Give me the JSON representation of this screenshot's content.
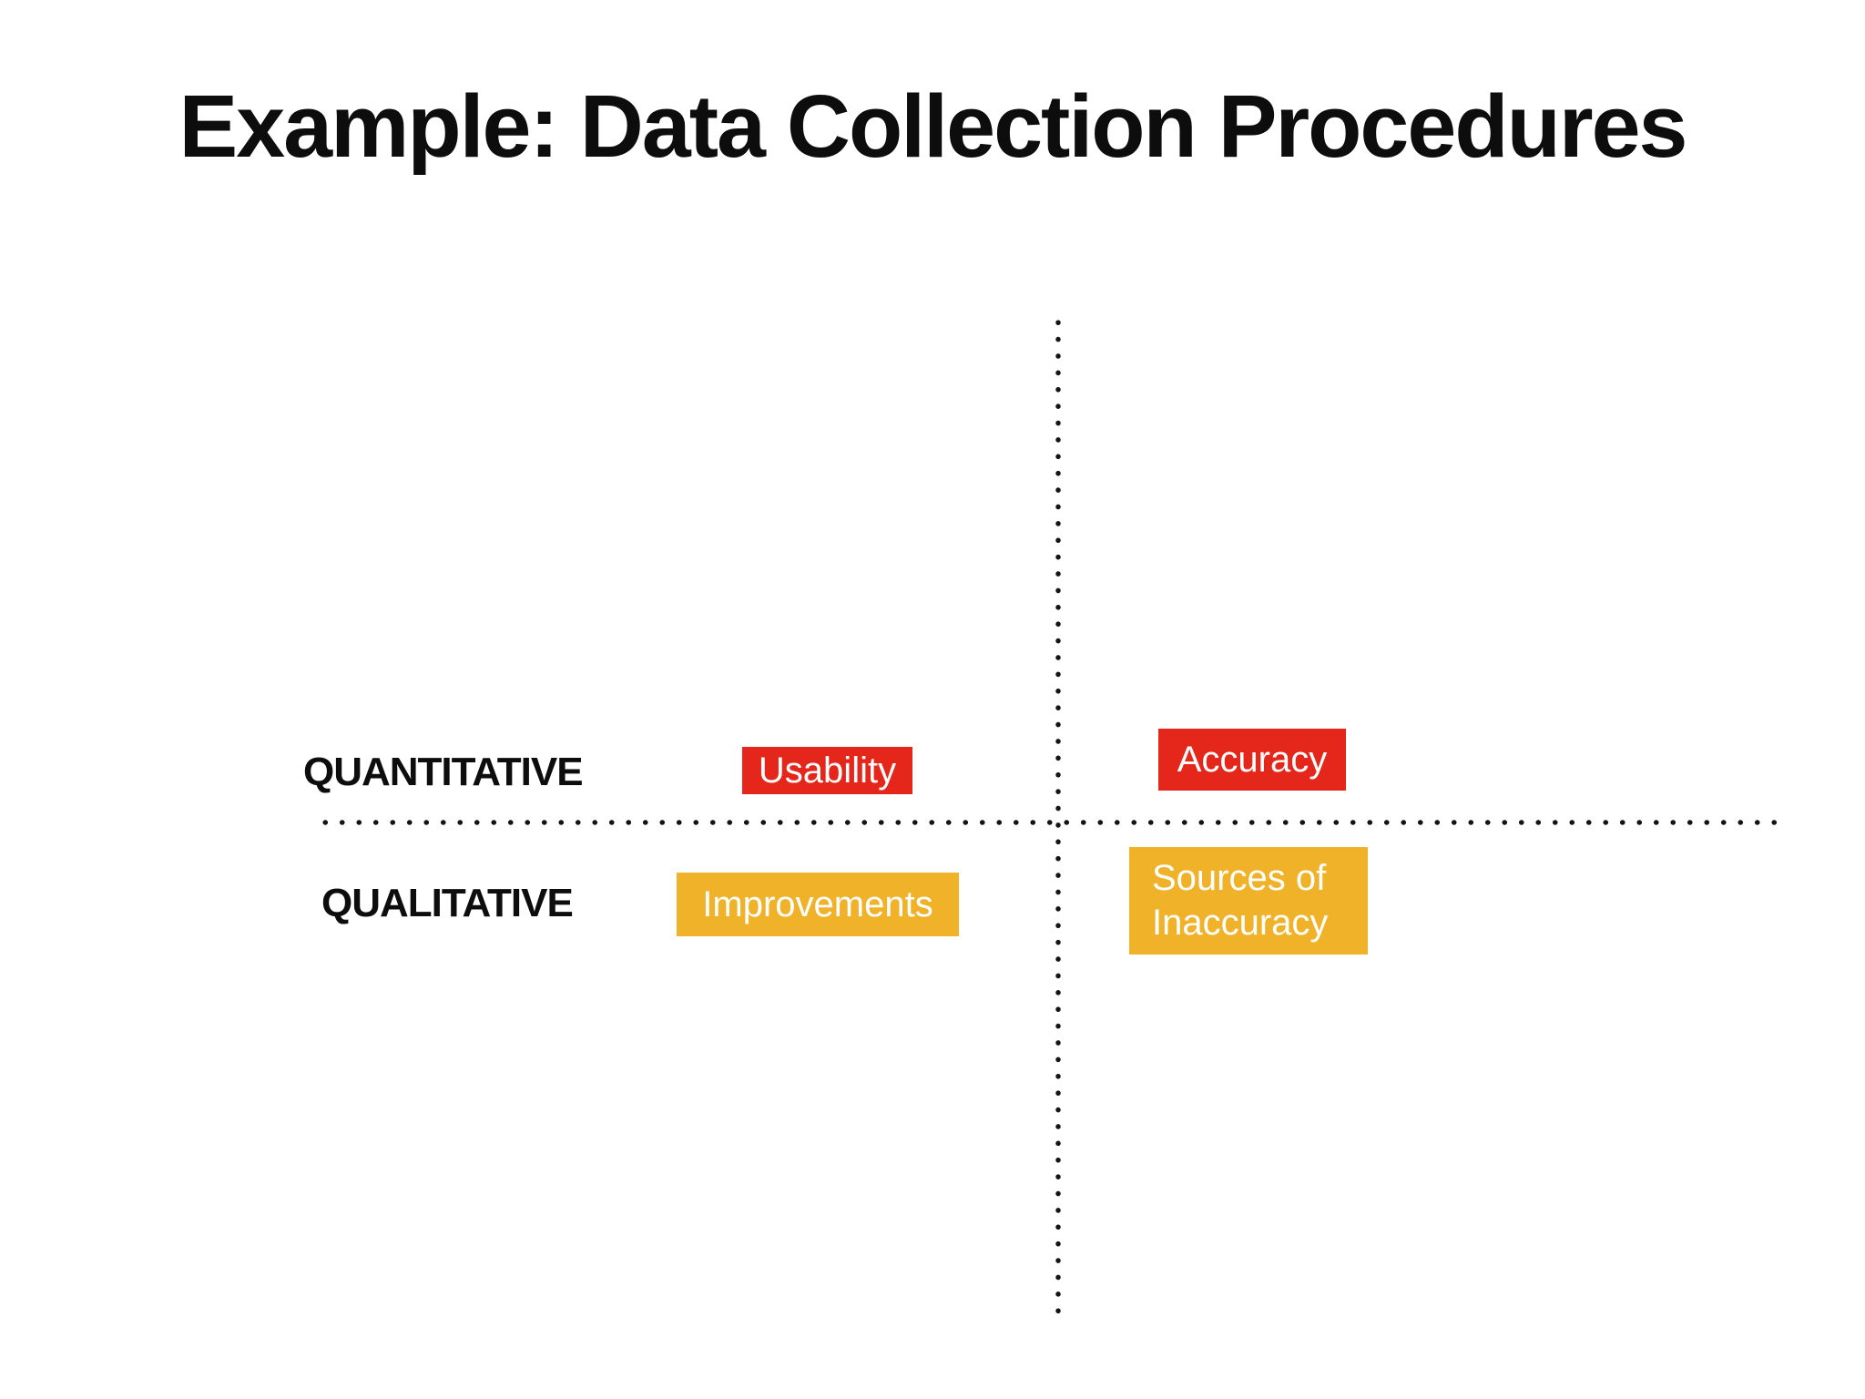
{
  "title": "Example: Data Collection Procedures",
  "quadrant_matrix": {
    "row_labels": [
      {
        "id": "quantitative",
        "label": "QUANTITATIVE"
      },
      {
        "id": "qualitative",
        "label": "QUALITATIVE"
      }
    ],
    "cells": [
      {
        "label": "Usability",
        "row": "QUANTITATIVE",
        "column": "left",
        "color": "#e4261b",
        "text_color": "#ffffff"
      },
      {
        "label": "Accuracy",
        "row": "QUANTITATIVE",
        "column": "right",
        "color": "#e4261b",
        "text_color": "#ffffff"
      },
      {
        "label": "Improvements",
        "row": "QUALITATIVE",
        "column": "left",
        "color": "#f0b228",
        "text_color": "#ffffff"
      },
      {
        "label": "Sources of Inaccuracy",
        "row": "QUALITATIVE",
        "column": "right",
        "color": "#f0b228",
        "text_color": "#ffffff"
      }
    ],
    "axis_style": "dotted",
    "axis_color": "#141414"
  }
}
